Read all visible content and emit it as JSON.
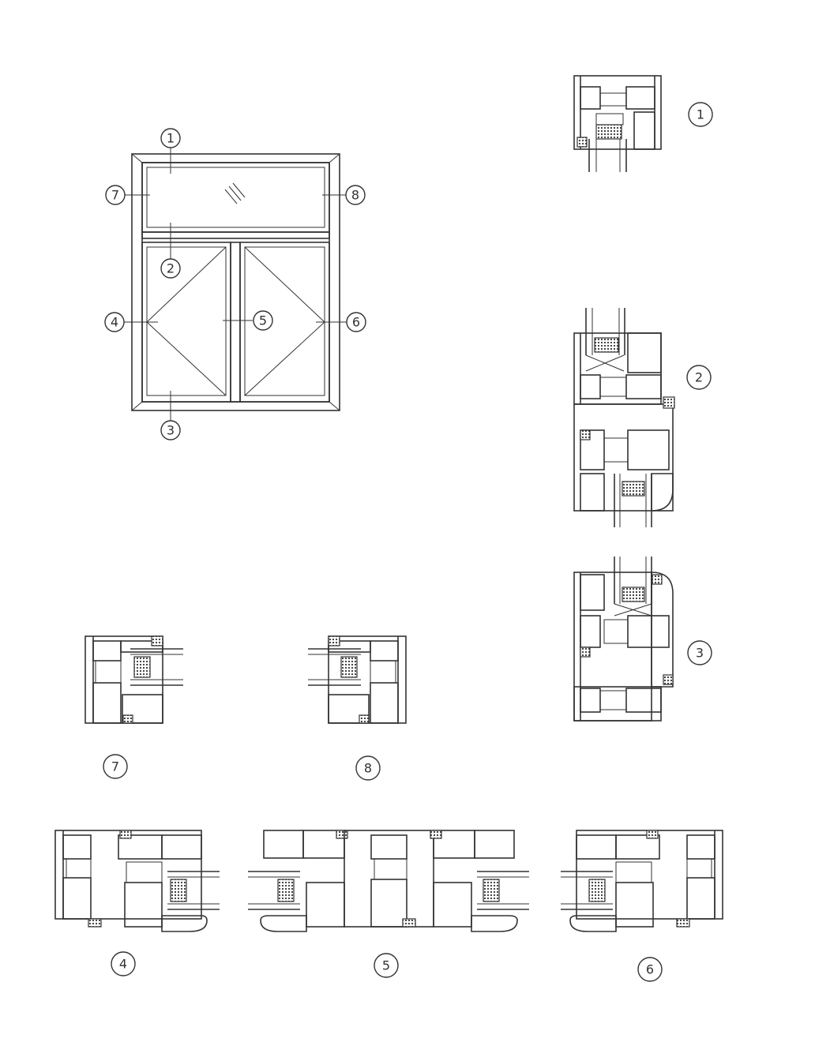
{
  "elevation": {
    "callouts": {
      "c1": "1",
      "c2": "2",
      "c3": "3",
      "c4": "4",
      "c5": "5",
      "c6": "6",
      "c7": "7",
      "c8": "8"
    }
  },
  "sections": {
    "s1": "1",
    "s2": "2",
    "s3": "3",
    "s4": "4",
    "s5": "5",
    "s6": "6",
    "s7": "7",
    "s8": "8"
  },
  "colors": {
    "line": "#333333",
    "background": "#ffffff"
  }
}
